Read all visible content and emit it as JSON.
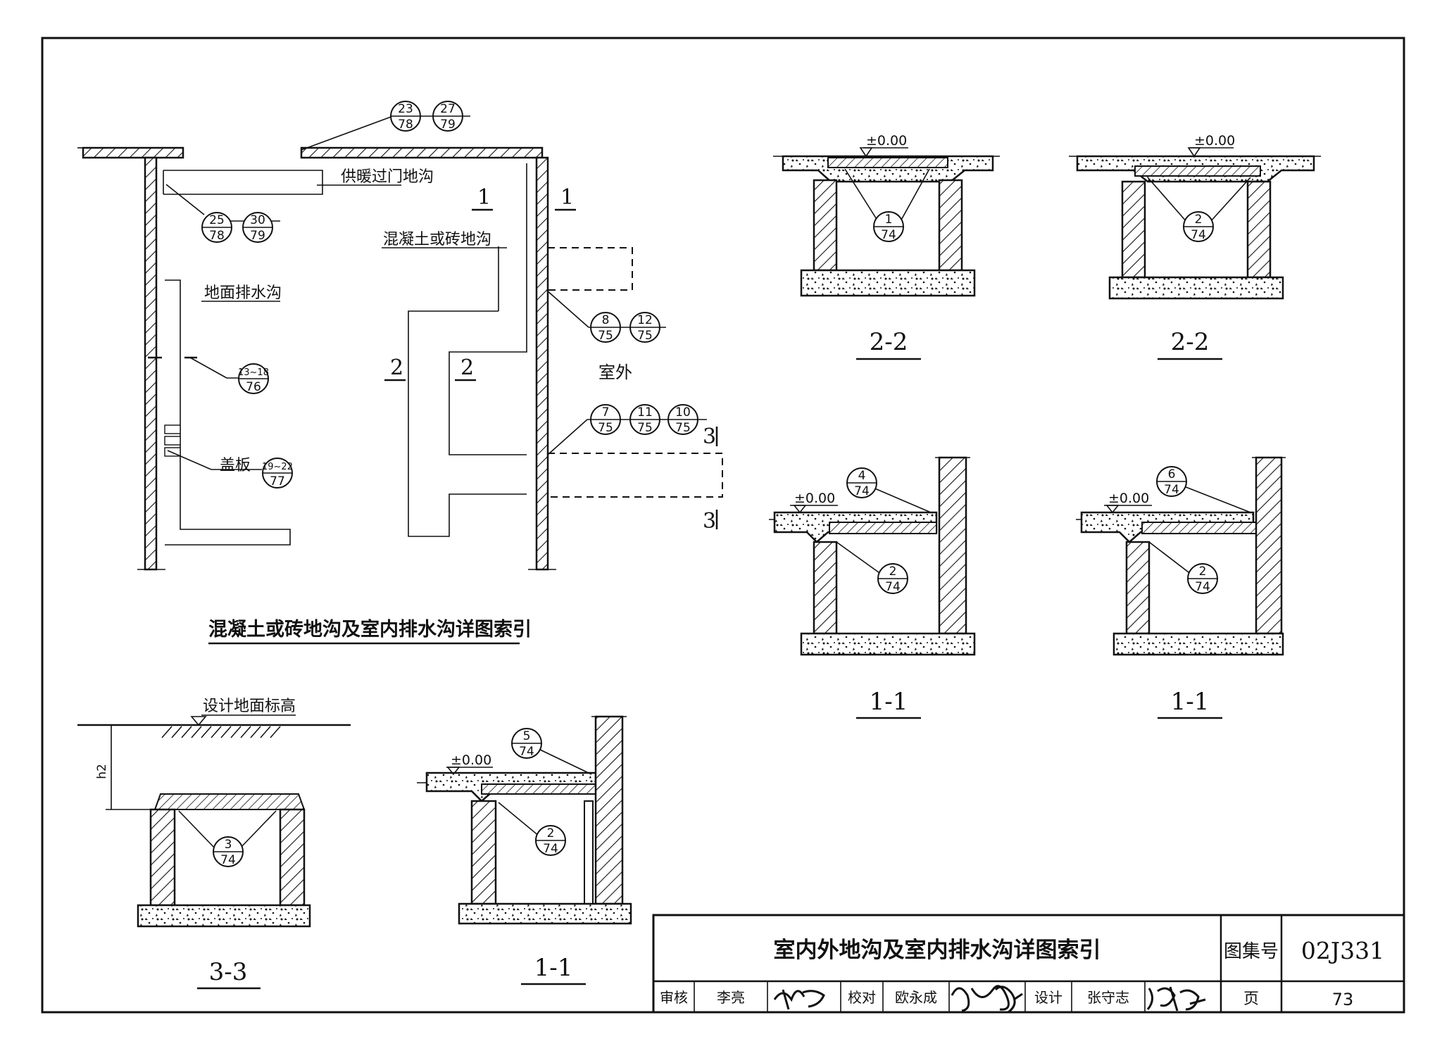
{
  "plan": {
    "label_heating_trench": "供暖过门地沟",
    "label_concrete_trench": "混凝土或砖地沟",
    "label_floor_drain": "地面排水沟",
    "label_cover": "盖板",
    "label_outdoor": "室外",
    "title": "混凝土或砖地沟及室内排水沟详图索引",
    "sec1": "1",
    "sec2": "2",
    "sec3": "3",
    "refs": {
      "r23_78": {
        "top": "23",
        "bottom": "78"
      },
      "r27_79": {
        "top": "27",
        "bottom": "79"
      },
      "r25_78": {
        "top": "25",
        "bottom": "78"
      },
      "r30_79": {
        "top": "30",
        "bottom": "79"
      },
      "r13_76": {
        "top": "13~18",
        "bottom": "76"
      },
      "r19_77": {
        "top": "19~22",
        "bottom": "77"
      },
      "r8_75": {
        "top": "8",
        "bottom": "75"
      },
      "r12_75": {
        "top": "12",
        "bottom": "75"
      },
      "r7_75": {
        "top": "7",
        "bottom": "75"
      },
      "r11_75": {
        "top": "11",
        "bottom": "75"
      },
      "r10_75": {
        "top": "10",
        "bottom": "75"
      }
    }
  },
  "sections": {
    "elev": "±0.00",
    "s22a": {
      "title": "2-2",
      "ref_top": "1",
      "ref_bottom": "74"
    },
    "s22b": {
      "title": "2-2",
      "ref_top": "2",
      "ref_bottom": "74"
    },
    "s11a": {
      "title": "1-1",
      "ref1_top": "4",
      "ref1_bottom": "74",
      "ref2_top": "2",
      "ref2_bottom": "74"
    },
    "s11b": {
      "title": "1-1",
      "ref1_top": "6",
      "ref1_bottom": "74",
      "ref2_top": "2",
      "ref2_bottom": "74"
    },
    "s33": {
      "title": "3-3",
      "label_ground": "设计地面标高",
      "h2": "h2",
      "ref_top": "3",
      "ref_bottom": "74"
    },
    "s11c": {
      "title": "1-1",
      "ref1_top": "5",
      "ref1_bottom": "74",
      "ref2_top": "2",
      "ref2_bottom": "74"
    }
  },
  "titleblock": {
    "title": "室内外地沟及室内排水沟详图索引",
    "atlas_label": "图集号",
    "atlas_no": "02J331",
    "review_label": "审核",
    "reviewer": "李亮",
    "check_label": "校对",
    "checker": "欧永成",
    "design_label": "设计",
    "designer": "张守志",
    "page_label": "页",
    "page_no": "73"
  }
}
